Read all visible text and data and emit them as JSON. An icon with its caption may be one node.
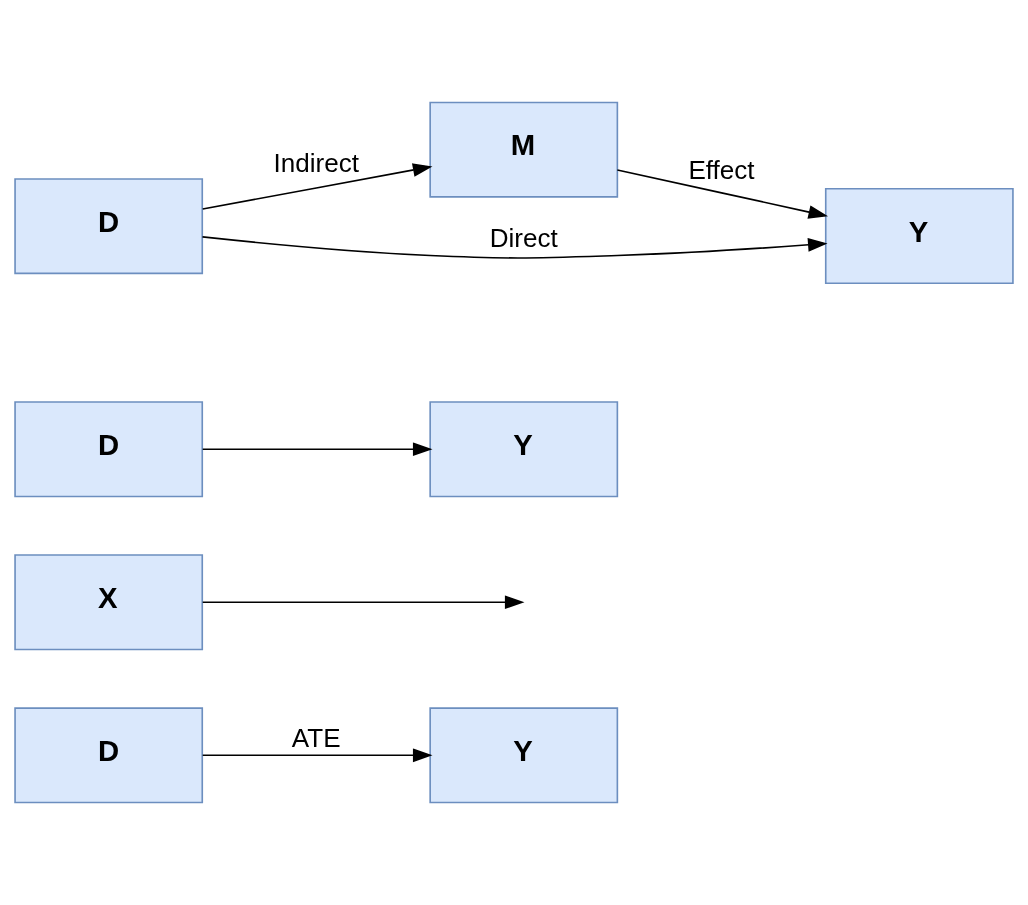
{
  "diagram": {
    "nodes": [
      {
        "text": [
          "D"
        ]
      },
      {
        "text": [
          "Y"
        ]
      },
      {
        "text": [
          "X"
        ]
      },
      {
        "text": [
          "D"
        ]
      },
      {
        "text": [
          "Y"
        ]
      },
      {
        "text": [
          "M"
        ]
      },
      {
        "text": [
          "D"
        ]
      },
      {
        "text": [
          "Y"
        ]
      }
    ],
    "edges": [
      {
        "from": 0,
        "to": 1,
        "arrow": "to",
        "label": "ATE"
      },
      {
        "from": 2,
        "to": null,
        "arrow": "to"
      },
      {
        "from": 3,
        "to": 4,
        "arrow": "to"
      },
      {
        "from": 6,
        "to": 5,
        "arrow": "to",
        "label": "Indirect"
      },
      {
        "from": 5,
        "to": 7,
        "arrow": "to",
        "label": "Effect"
      },
      {
        "from": 6,
        "to": 7,
        "arrow": "to",
        "label": "Direct"
      }
    ]
  }
}
